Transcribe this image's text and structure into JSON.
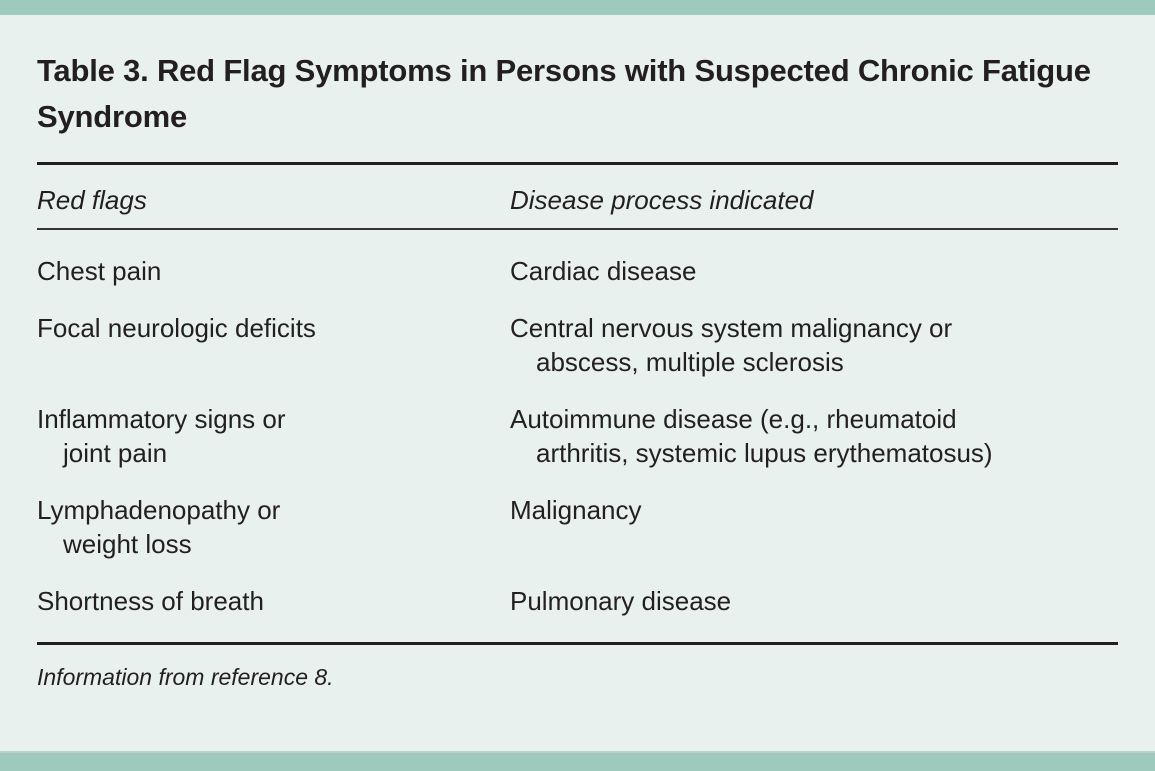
{
  "theme": {
    "page_background": "#e8f1ed",
    "band_color": "#9ec9bd",
    "text_color": "#231f20",
    "rule_color": "#231f20"
  },
  "title": "Table 3. Red Flag Symptoms in Persons with Suspected Chronic Fatigue Syndrome",
  "table": {
    "columns": [
      {
        "key": "red_flag",
        "label": "Red flags"
      },
      {
        "key": "disease_process",
        "label": "Disease process indicated"
      }
    ],
    "rows": [
      {
        "red_flag": "Chest pain",
        "red_flag_cont": "",
        "disease_process": "Cardiac disease",
        "disease_process_cont": ""
      },
      {
        "red_flag": "Focal neurologic deficits",
        "red_flag_cont": "",
        "disease_process": "Central nervous system malignancy or",
        "disease_process_cont": "abscess, multiple sclerosis"
      },
      {
        "red_flag": "Inflammatory signs or",
        "red_flag_cont": "joint pain",
        "disease_process": "Autoimmune disease (e.g., rheumatoid",
        "disease_process_cont": "arthritis, systemic lupus erythematosus)"
      },
      {
        "red_flag": "Lymphadenopathy or",
        "red_flag_cont": "weight loss",
        "disease_process": "Malignancy",
        "disease_process_cont": ""
      },
      {
        "red_flag": "Shortness of breath",
        "red_flag_cont": "",
        "disease_process": "Pulmonary disease",
        "disease_process_cont": ""
      }
    ]
  },
  "footnote": "Information from reference 8."
}
